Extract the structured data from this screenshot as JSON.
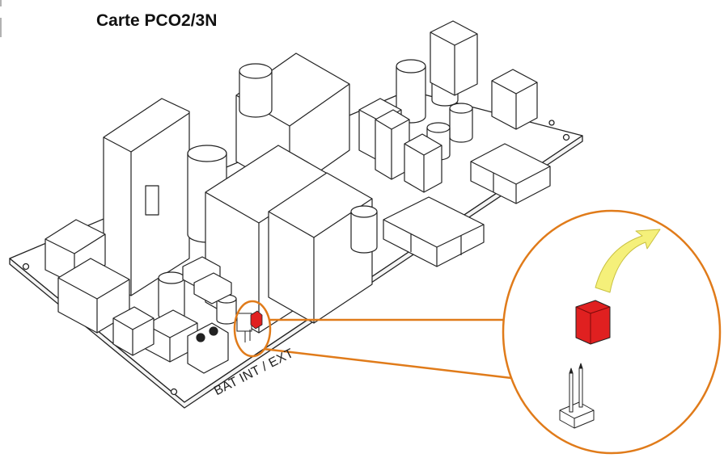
{
  "diagram": {
    "title": "Carte PCO2/3N",
    "jumper_label": "BAT INT / EXT",
    "colors": {
      "board_outline": "#333333",
      "highlight": "#e07b1a",
      "jumper": "#e02020",
      "arrow": "#f5f07a"
    },
    "icons": [
      "circuit-board",
      "jumper-cap-icon",
      "two-pin-header-icon",
      "curved-arrow-icon"
    ]
  }
}
